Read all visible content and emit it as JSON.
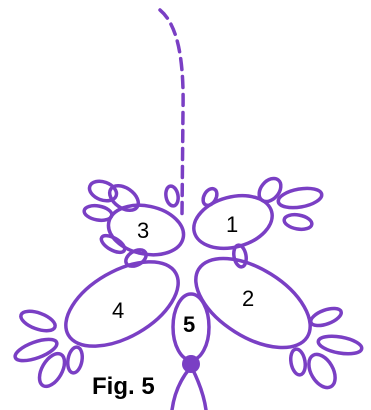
{
  "figure": {
    "caption": "Fig. 5",
    "colors": {
      "thread": "#7a3fc4",
      "ring_stroke": "#7a3fc4",
      "label_text": "#000000",
      "background": "#ffffff"
    },
    "rings": [
      {
        "id": "ring-1",
        "label": "1"
      },
      {
        "id": "ring-2",
        "label": "2"
      },
      {
        "id": "ring-3",
        "label": "3"
      },
      {
        "id": "ring-4",
        "label": "4"
      },
      {
        "id": "ring-5",
        "label": "5"
      }
    ],
    "elements": {
      "dashed_thread": "dashed shuttle thread",
      "bead": "bead",
      "picots": "picots"
    }
  }
}
